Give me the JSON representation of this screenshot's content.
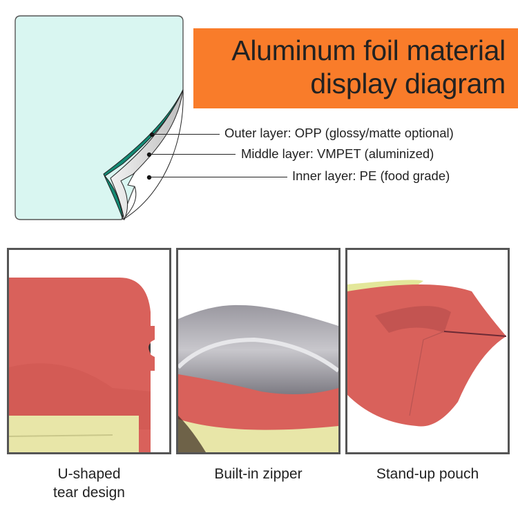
{
  "title": {
    "line1": "Aluminum foil material",
    "line2": "display diagram",
    "background_color": "#F97C2A"
  },
  "layer_diagram": {
    "card_color": "#D9F6F1",
    "outer_color": "#138A74",
    "layers": [
      {
        "label": "Outer layer: OPP (glossy/matte optional)"
      },
      {
        "label": "Middle layer: VMPET (aluminized)"
      },
      {
        "label": "Inner layer: PE (food grade)"
      }
    ]
  },
  "features": [
    {
      "caption_line1": "U-shaped",
      "caption_line2": "tear design",
      "image": "pouch-top-tear-notch"
    },
    {
      "caption_line1": "Built-in zipper",
      "caption_line2": "",
      "image": "pouch-open-zipper"
    },
    {
      "caption_line1": "Stand-up pouch",
      "caption_line2": "",
      "image": "pouch-gusset-bottom"
    }
  ],
  "colors": {
    "pouch_red": "#D9615B",
    "label_cream": "#E8E6A8",
    "frame": "#555555"
  }
}
